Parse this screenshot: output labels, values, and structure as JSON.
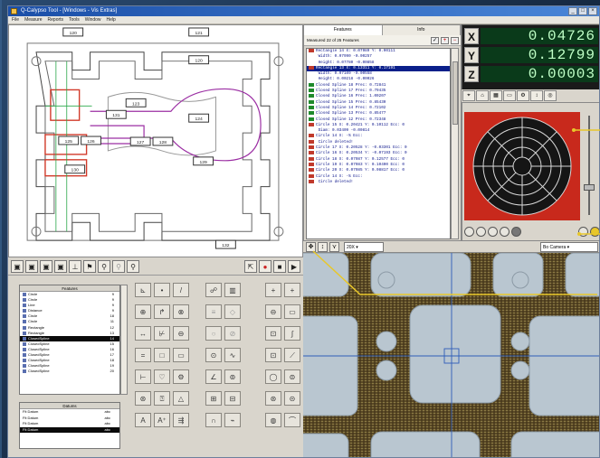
{
  "window": {
    "title": "Q-Calypso Tool - [Windows - Vis Extras]"
  },
  "menu": [
    "File",
    "Measure",
    "Reports",
    "Tools",
    "Window",
    "Help"
  ],
  "cad_labels": [
    "120",
    "121",
    "120",
    "123",
    "124",
    "125",
    "126",
    "127",
    "128",
    "129",
    "130",
    "131",
    "132"
  ],
  "features": {
    "tabs": [
      "Features",
      "Info"
    ],
    "header": "Measured 22 of 25 Features",
    "items": [
      "Rectangle 14  X: 0.07989  Y: 0.00111",
      "   Width: 0.07990 -0.00257",
      "   Height: 0.07780 -0.00858",
      "Rectangle 13  X: 0.13311  Y: 0.17191",
      "   Width: 0.07109 -0.00558",
      "   Height: 0.00218 -0.00026",
      "Closed Spline 18  Prec: 0.72841",
      "Closed Spline 17  Prec: 0.79435",
      "Closed Spline 16  Prec: 1.00207",
      "Closed Spline 15  Prec: 0.85430",
      "Closed Spline 14  Prec: 0.72102",
      "Closed Spline 13  Prec: 0.85477",
      "Closed Spline 12  Prec: 0.72348",
      "Circle 15  X: 0.20421 Y: 0.10112 Ecc: 0",
      "   Diam: 0.03409  -0.00814",
      "Circle 14  X: -%  Ecc:",
      "   Circle deleted!",
      "Circle 17  X: 0.20528 Y: -0.03301 Ecc: 0",
      "Circle 16  X: 0.20534 Y: -0.07193 Ecc: 0",
      "Circle 18  X: 0.07987 Y: 0.12577 Ecc: 0",
      "Circle 19  X: 0.07983 Y: 0.10400 Ecc: 0",
      "Circle 20  X: 0.07985 Y: 0.08817 Ecc: 0",
      "Circle 14  X: -%  Ecc:",
      "   Circle deleted!"
    ],
    "selected_index": 3
  },
  "dro": {
    "x_label": "X",
    "x_value": "0.04726",
    "y_label": "Y",
    "y_value": "0.12799",
    "z_label": "Z",
    "z_value": "0.00003"
  },
  "colors": {
    "ring": "#c8291c",
    "dro_bg": "#0a3a1a",
    "dro_fg": "#bfffc6",
    "callout": "#e8c72a",
    "selection": "#0a1f8a"
  },
  "tree": {
    "header": "Features",
    "items": [
      {
        "name": "Circle",
        "n": "9"
      },
      {
        "name": "Circle",
        "n": "9"
      },
      {
        "name": "Line",
        "n": "9"
      },
      {
        "name": "Distance",
        "n": "9"
      },
      {
        "name": "Circle",
        "n": "18"
      },
      {
        "name": "Circle",
        "n": "11"
      },
      {
        "name": "Rectangle",
        "n": "12"
      },
      {
        "name": "Rectangle",
        "n": "13"
      },
      {
        "name": "ClosedSpline",
        "n": "14"
      },
      {
        "name": "ClosedSpline",
        "n": "15"
      },
      {
        "name": "ClosedSpline",
        "n": "16"
      },
      {
        "name": "ClosedSpline",
        "n": "17"
      },
      {
        "name": "ClosedSpline",
        "n": "18"
      },
      {
        "name": "ClosedSpline",
        "n": "19"
      },
      {
        "name": "ClosedSpline",
        "n": "20"
      }
    ],
    "selected_index": 8
  },
  "tree2": {
    "header": "Datums",
    "items": [
      {
        "name": "Fit Datum",
        "n": "abc"
      },
      {
        "name": "Fit Datum",
        "n": "abc"
      },
      {
        "name": "Fit Datum",
        "n": "abc"
      },
      {
        "name": "Fit Datum",
        "n": "abc"
      }
    ],
    "selected_index": 3
  },
  "camera": {
    "zoom": "20X",
    "camera_select": "Bo Camera"
  },
  "icons": {
    "mid_bar": [
      "feature-icon",
      "feature-icon",
      "feature-icon",
      "feature-icon",
      "axis-icon",
      "flag-icon",
      "zoom-icon",
      "zoom-icon",
      "zoom-icon",
      "export-icon",
      "record-icon",
      "play-icon",
      "step-icon"
    ]
  }
}
